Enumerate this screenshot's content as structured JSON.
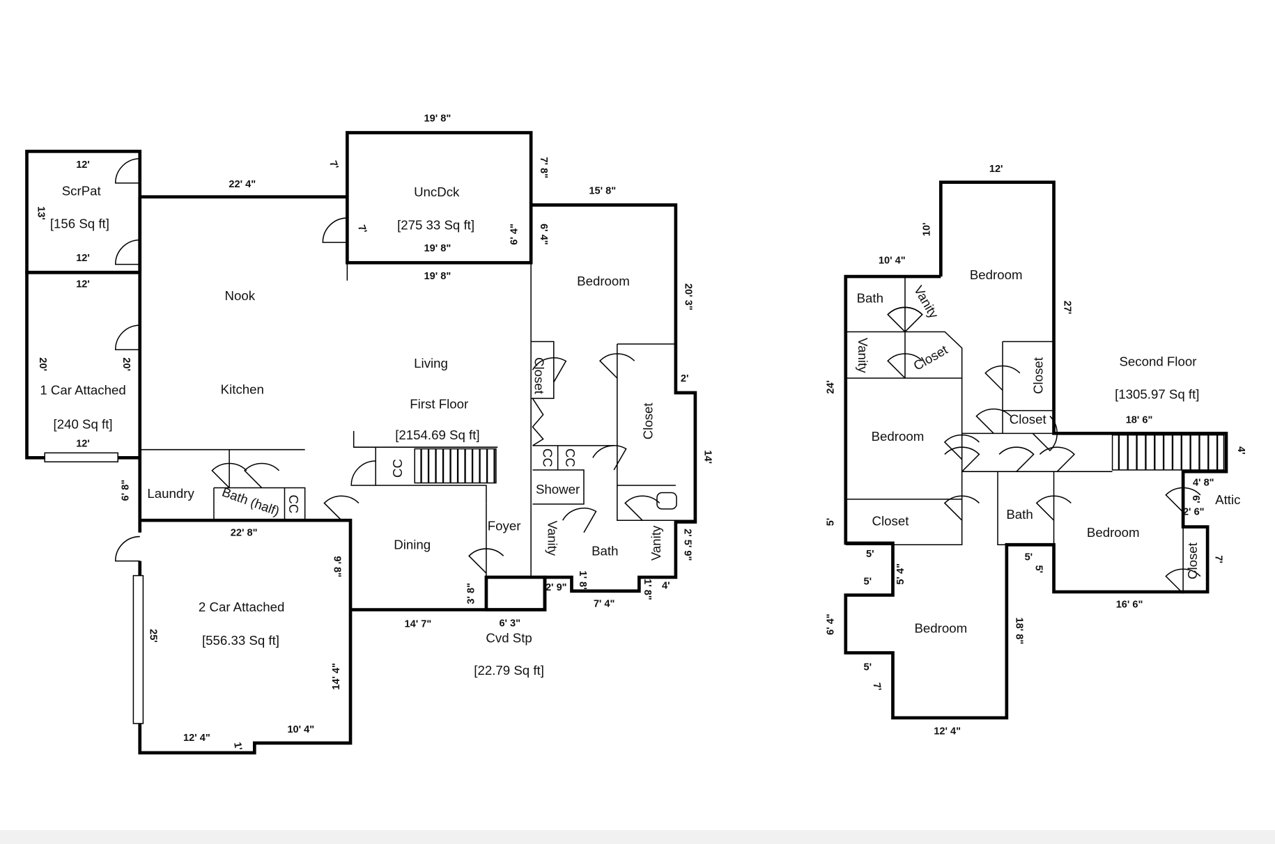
{
  "first_floor": {
    "labels": [
      "19' 8\"",
      "12'",
      "ScrPat",
      "13'",
      "[156 Sq ft]",
      "12'",
      "22' 4\"",
      "7'",
      "UncDck",
      "[275 33 Sq ft]",
      "7'",
      "6' 4\"",
      "19' 8\"",
      "7' 8\"",
      "6' 4\"",
      "15' 8\"",
      "19' 8\"",
      "12'",
      "Nook",
      "Bedroom",
      "20' 3\"",
      "20'",
      "20'",
      "Living",
      "Closet",
      "Kitchen",
      "1 Car Attached",
      "2'",
      "First Floor",
      "Closet",
      "[240 Sq ft]",
      "[2154.69 Sq ft]",
      "12'",
      "14'",
      "CC",
      "CC",
      "CC",
      "6' 8\"",
      "Laundry",
      "Bath (half)",
      "CC",
      "Shower",
      "Foyer",
      "22' 8\"",
      "Vanity",
      "Dining",
      "Bath",
      "Vanity",
      "2' 5' 9\"",
      "9' 8\"",
      "2' 9\"",
      "1' 8\"",
      "1' 8\"",
      "4'",
      "3' 8\"",
      "7' 4\"",
      "2 Car Attached",
      "14' 7\"",
      "6' 3\"",
      "25'",
      "Cvd Stp",
      "[556.33 Sq ft]",
      "14' 4\"",
      "[22.79 Sq ft]",
      "10' 4\"",
      "12' 4\"",
      "1'"
    ]
  },
  "second_floor": {
    "labels": [
      "12'",
      "10'",
      "10' 4\"",
      "Bedroom",
      "Bath",
      "Vanity",
      "27'",
      "Vanity",
      "Closet",
      "Second Floor",
      "Closet",
      "24'",
      "[1305.97 Sq ft]",
      "18' 6\"",
      "Closet",
      "Bedroom",
      "4'",
      "4' 8\"",
      "6'",
      "Attic",
      "2' 6\"",
      "Bath",
      "5'",
      "Closet",
      "Bedroom",
      "5'",
      "5'",
      "5'",
      "7'",
      "Closet",
      "5' 4\"",
      "5'",
      "16' 6\"",
      "6' 4\"",
      "Bedroom",
      "18' 8\"",
      "5'",
      "7'",
      "12' 4\""
    ]
  },
  "colors": {
    "wall": "#000000",
    "background": "#ffffff"
  }
}
